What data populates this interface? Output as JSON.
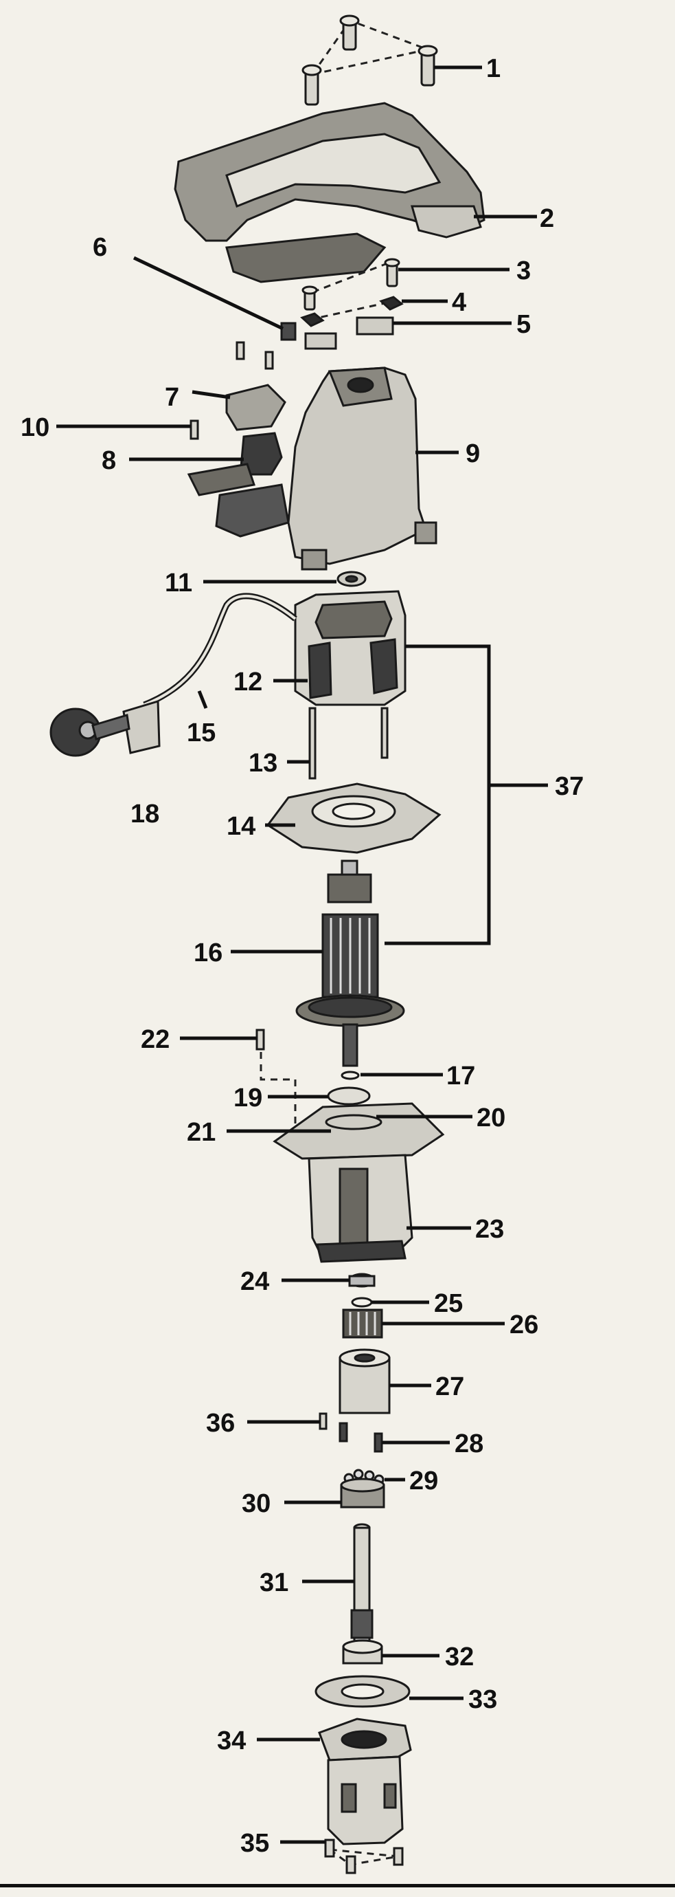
{
  "diagram": {
    "type": "exploded-parts-view",
    "callouts": [
      {
        "id": "1",
        "label": "1"
      },
      {
        "id": "2",
        "label": "2"
      },
      {
        "id": "3",
        "label": "3"
      },
      {
        "id": "4",
        "label": "4"
      },
      {
        "id": "5",
        "label": "5"
      },
      {
        "id": "6",
        "label": "6"
      },
      {
        "id": "7",
        "label": "7"
      },
      {
        "id": "8",
        "label": "8"
      },
      {
        "id": "9",
        "label": "9"
      },
      {
        "id": "10",
        "label": "10"
      },
      {
        "id": "11",
        "label": "11"
      },
      {
        "id": "12",
        "label": "12"
      },
      {
        "id": "13",
        "label": "13"
      },
      {
        "id": "14",
        "label": "14"
      },
      {
        "id": "15",
        "label": "15"
      },
      {
        "id": "16",
        "label": "16"
      },
      {
        "id": "17",
        "label": "17"
      },
      {
        "id": "18",
        "label": "18"
      },
      {
        "id": "19",
        "label": "19"
      },
      {
        "id": "20",
        "label": "20"
      },
      {
        "id": "21",
        "label": "21"
      },
      {
        "id": "22",
        "label": "22"
      },
      {
        "id": "23",
        "label": "23"
      },
      {
        "id": "24",
        "label": "24"
      },
      {
        "id": "25",
        "label": "25"
      },
      {
        "id": "26",
        "label": "26"
      },
      {
        "id": "27",
        "label": "27"
      },
      {
        "id": "28",
        "label": "28"
      },
      {
        "id": "29",
        "label": "29"
      },
      {
        "id": "30",
        "label": "30"
      },
      {
        "id": "31",
        "label": "31"
      },
      {
        "id": "32",
        "label": "32"
      },
      {
        "id": "33",
        "label": "33"
      },
      {
        "id": "34",
        "label": "34"
      },
      {
        "id": "35",
        "label": "35"
      },
      {
        "id": "36",
        "label": "36"
      },
      {
        "id": "37",
        "label": "37"
      }
    ]
  }
}
